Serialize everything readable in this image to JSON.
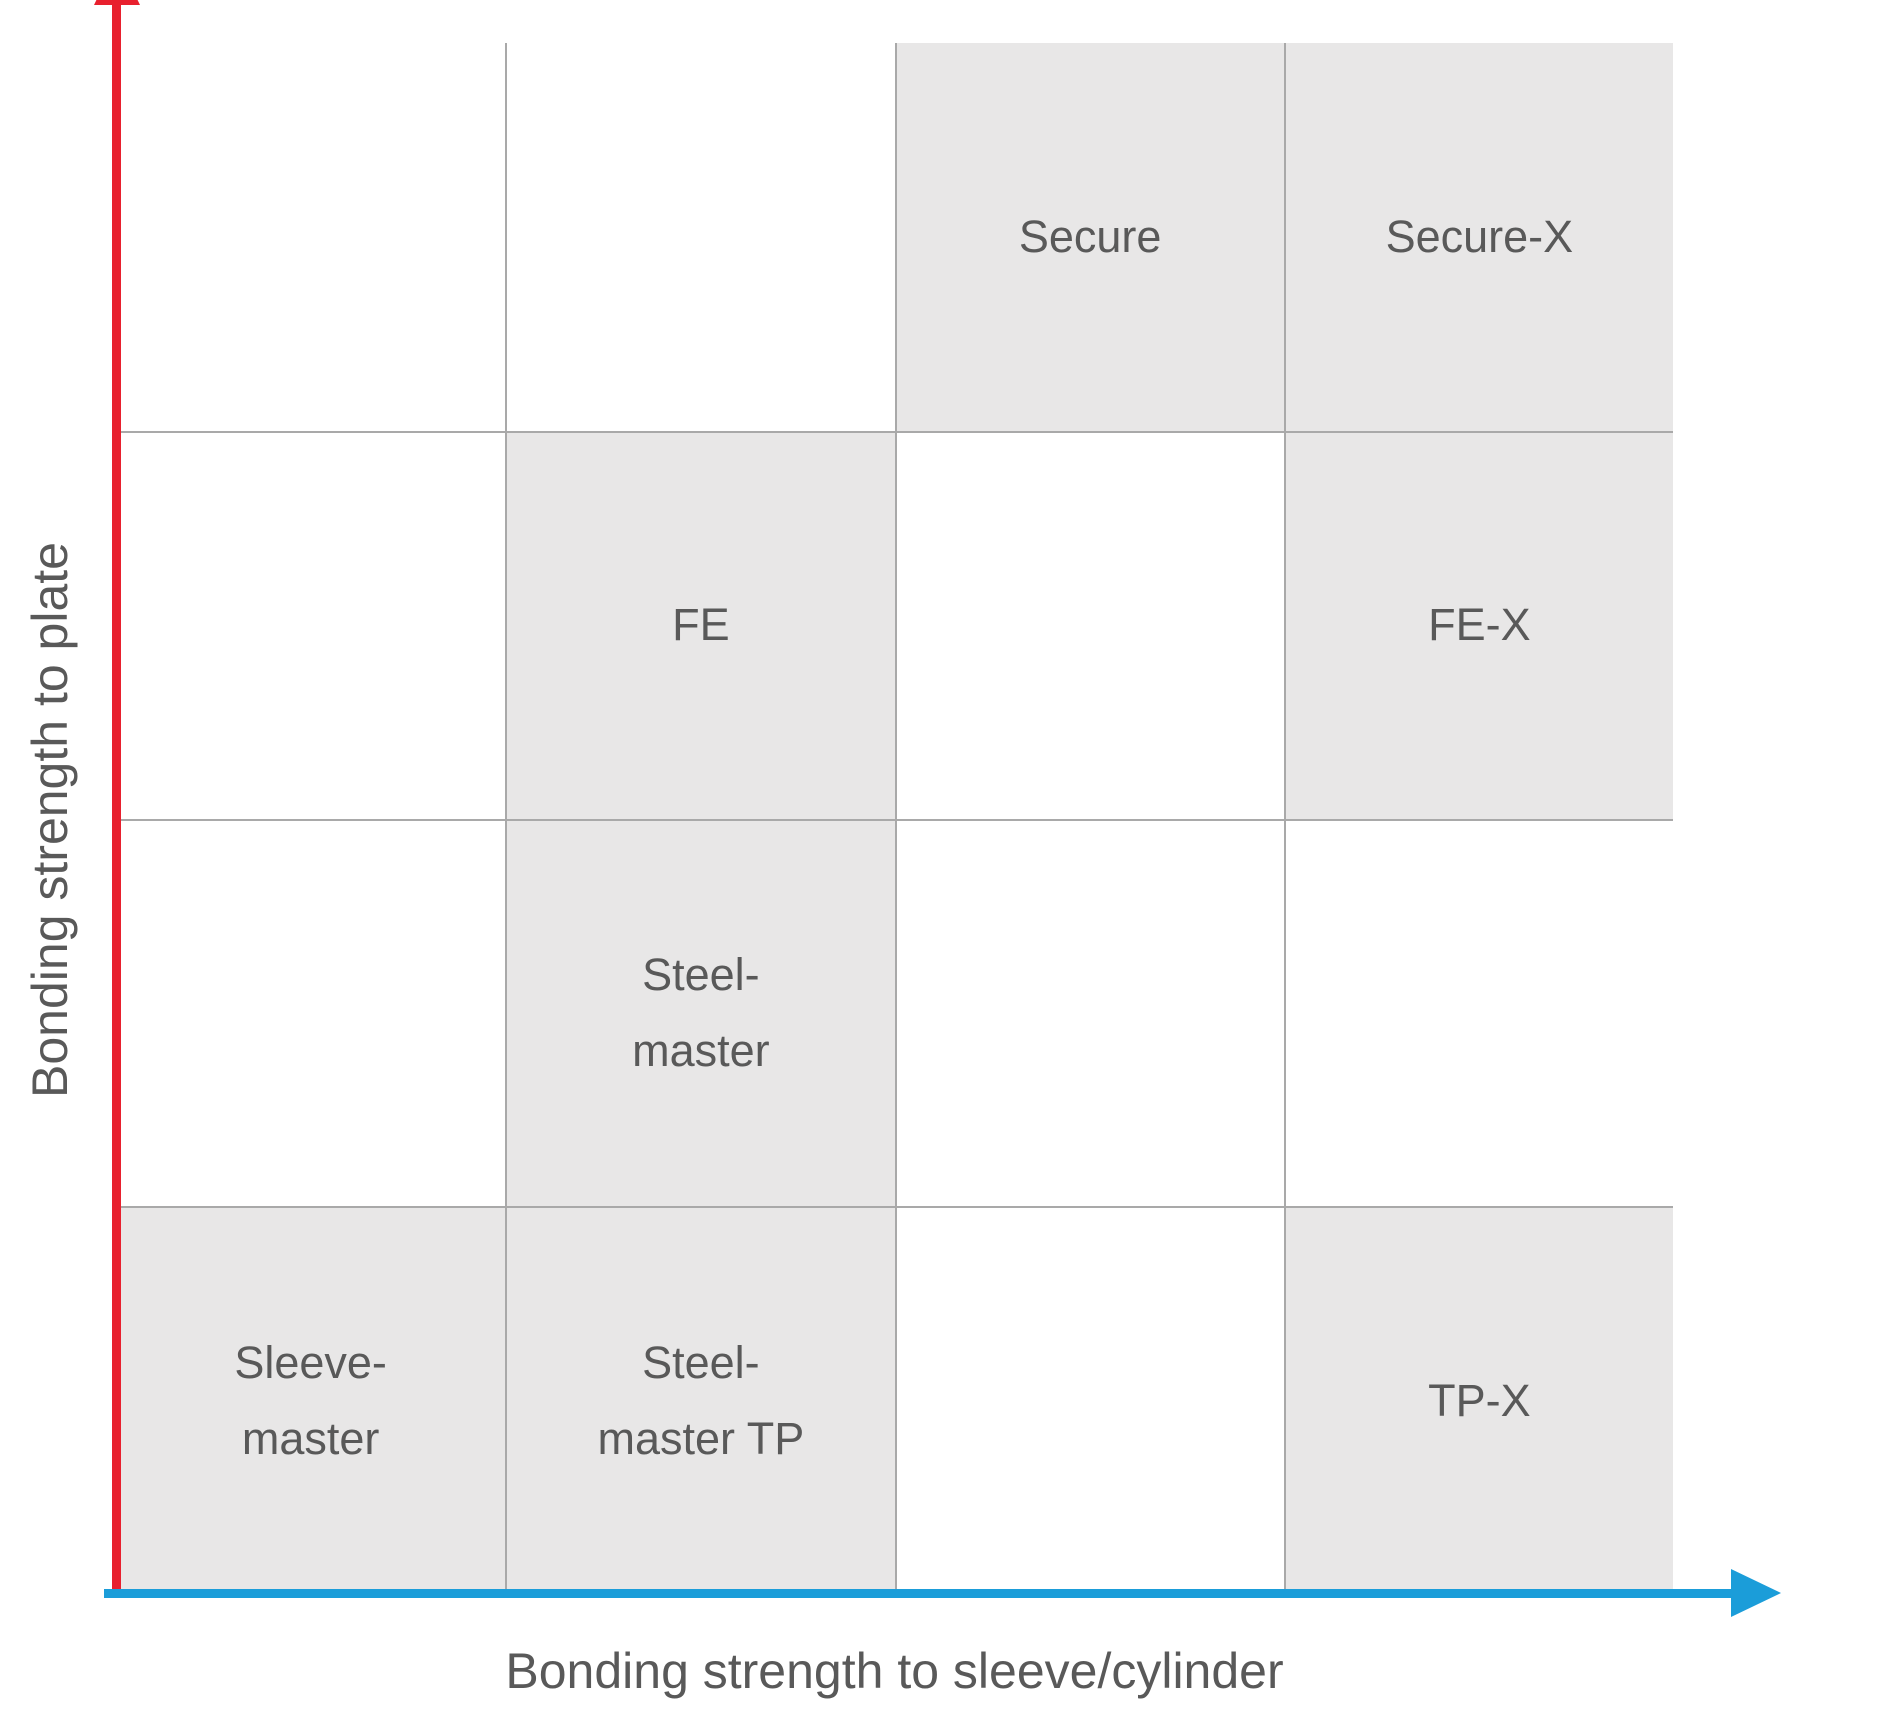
{
  "chart_data": {
    "type": "heatmap",
    "title": "",
    "xlabel": "Bonding strength to sleeve/cylinder",
    "ylabel": "Bonding strength to plate",
    "grid": {
      "cols": 4,
      "rows": 4,
      "gridlines": "internal"
    },
    "axes": {
      "x_arrow_color": "#1b9dd9",
      "y_arrow_color": "#e8202e",
      "x_arrow_direction": "right",
      "y_arrow_direction": "up"
    },
    "colors": {
      "cell_fill": "#e8e7e7",
      "grid_line": "#a9a9a9",
      "label_text": "#595959"
    },
    "cells": [
      {
        "label": "Secure",
        "lines": [
          "Secure"
        ],
        "col": 3,
        "row": 4
      },
      {
        "label": "Secure-X",
        "lines": [
          "Secure-X"
        ],
        "col": 4,
        "row": 4
      },
      {
        "label": "FE",
        "lines": [
          "FE"
        ],
        "col": 2,
        "row": 3
      },
      {
        "label": "FE-X",
        "lines": [
          "FE-X"
        ],
        "col": 4,
        "row": 3
      },
      {
        "label": "Steel-master",
        "lines": [
          "Steel-",
          "master"
        ],
        "col": 2,
        "row": 2
      },
      {
        "label": "Sleeve-master",
        "lines": [
          "Sleeve-",
          "master"
        ],
        "col": 1,
        "row": 1
      },
      {
        "label": "Steel-master TP",
        "lines": [
          "Steel-",
          "master TP"
        ],
        "col": 2,
        "row": 1
      },
      {
        "label": "TP-X",
        "lines": [
          "TP-X"
        ],
        "col": 4,
        "row": 1
      }
    ]
  }
}
